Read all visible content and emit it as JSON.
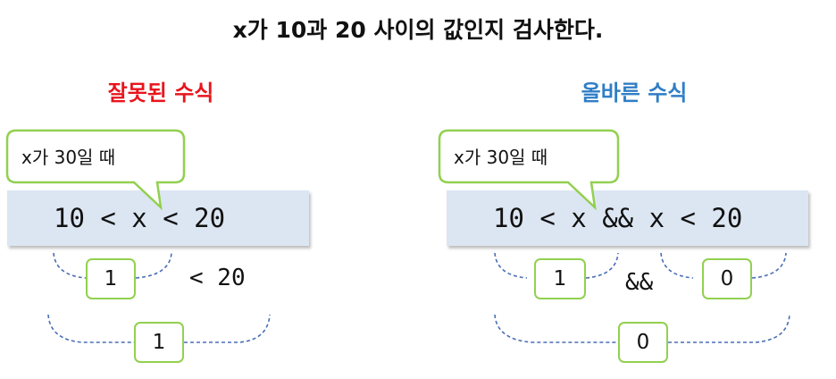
{
  "title": "x가  10과 20 사이의 값인지 검사한다.",
  "left": {
    "heading": "잘못된 수식",
    "bubble": "x가 30일 때",
    "expression": "10 < x < 20",
    "step1_box": "1",
    "step1_rest": "< 20",
    "result_box": "1"
  },
  "right": {
    "heading": "올바른 수식",
    "bubble": "x가 30일 때",
    "expression": "10 < x && x < 20",
    "step1_left_box": "1",
    "step1_op": "&&",
    "step1_right_box": "0",
    "result_box": "0"
  },
  "colors": {
    "wrong_heading": "#e8141c",
    "right_heading": "#2f7ec6",
    "box_border": "#92d050",
    "brace": "#4a6fb5",
    "band": "#dce6f2"
  }
}
